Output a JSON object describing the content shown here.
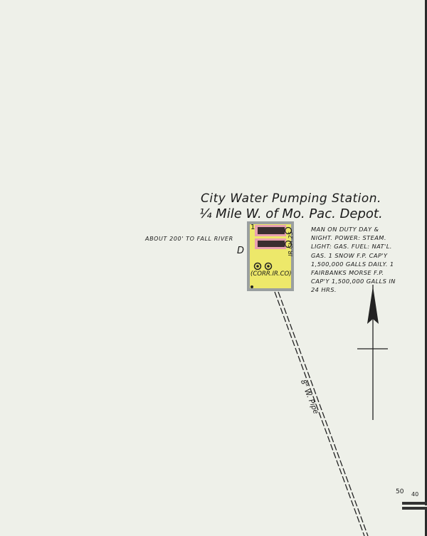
{
  "map": {
    "title_line1": "City Water Pumping Station.",
    "title_line2": "¼ Mile W. of Mo. Pac. Depot.",
    "river_note": "ABOUT 200' TO FALL RIVER",
    "building_letter": "D",
    "building_story": "1",
    "construction_note": "IR.CH.25",
    "equipment_label": "(CORR.IR.CO)",
    "notes": "MAN ON DUTY DAY &\nNIGHT. POWER: STEAM.\nLIGHT: GAS. FUEL: NAT'L.\nGAS. 1 SNOW F.P. CAP'Y\n1,500,000 GALLS DAILY. 1\nFAIRBANKS MORSE F.P.\nCAP'Y 1,500,000 GALLS IN\n24 HRS.",
    "pipe_label": "8\" W. Pipe",
    "scale_labels": [
      "50",
      "40"
    ],
    "colors": {
      "paper": "#eef0e9",
      "building_fill": "#ede86a",
      "boiler": "#e8a0b0",
      "border": "#8a8f90"
    }
  }
}
